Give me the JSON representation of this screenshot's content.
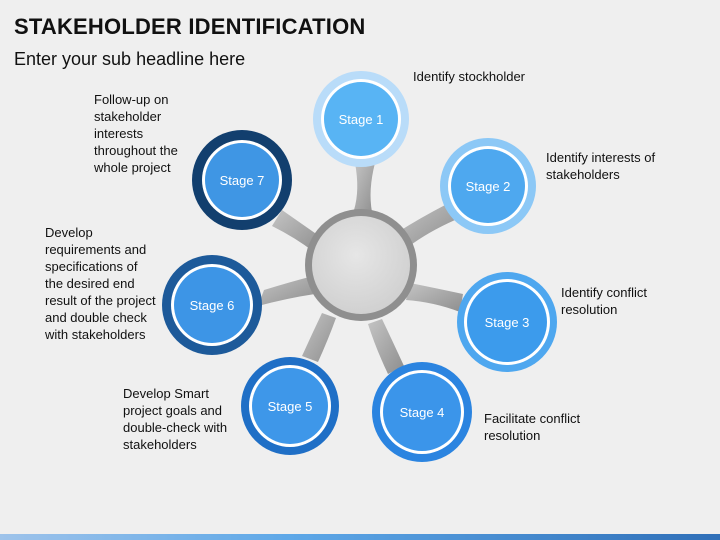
{
  "header": {
    "title": "STAKEHOLDER IDENTIFICATION",
    "subtitle": "Enter your sub headline here"
  },
  "stages": [
    {
      "label": "Stage 1",
      "description": "Identify stockholder",
      "ring_color": "#b9dcf9",
      "fill_color": "#58b4f4"
    },
    {
      "label": "Stage 2",
      "description": "Identify interests of stakeholders",
      "ring_color": "#8cc8f6",
      "fill_color": "#4ea8ef"
    },
    {
      "label": "Stage 3",
      "description": "Identify conflict resolution",
      "ring_color": "#4ea7ef",
      "fill_color": "#3c9bec"
    },
    {
      "label": "Stage 4",
      "description": "Facilitate conflict resolution",
      "ring_color": "#2b84e0",
      "fill_color": "#3b95ea"
    },
    {
      "label": "Stage 5",
      "description": "Develop Smart project goals and double-check with stakeholders",
      "ring_color": "#1f6fc6",
      "fill_color": "#3e97e9"
    },
    {
      "label": "Stage 6",
      "description": "Develop requirements and specifications of the desired end result of the project and double check with stakeholders",
      "ring_color": "#1d5a9a",
      "fill_color": "#3d95e6"
    },
    {
      "label": "Stage 7",
      "description": "Follow-up on stakeholder interests throughout the whole project",
      "ring_color": "#123f6e",
      "fill_color": "#3f96e4"
    }
  ],
  "colors": {
    "hub_fill": "#d6d6d6",
    "hub_ring": "#8f8f8f",
    "connector": "#a9a9a9"
  }
}
